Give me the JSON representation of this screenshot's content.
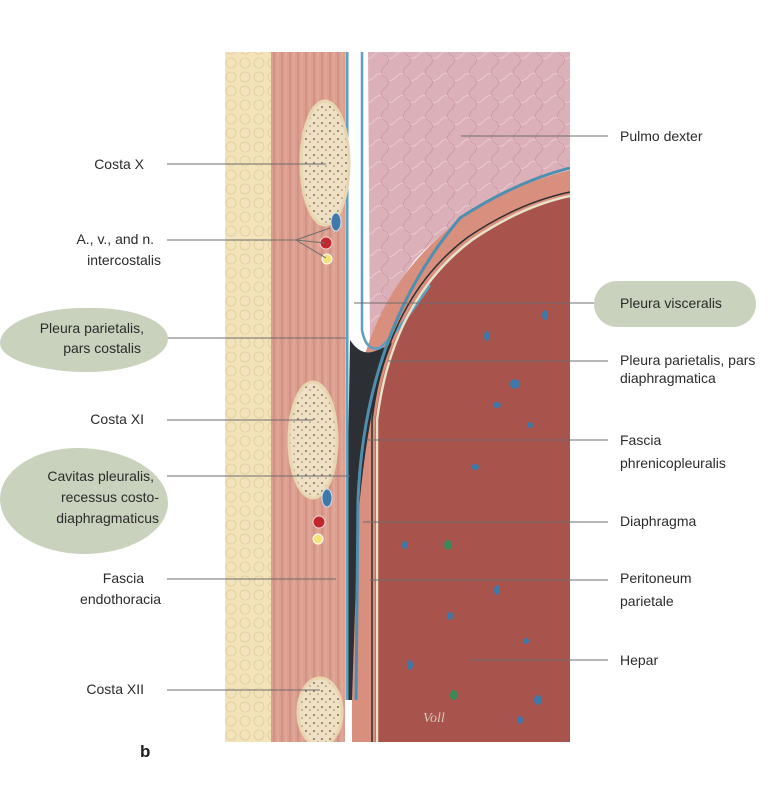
{
  "figure": {
    "panel_letter": "b",
    "signature": "Voll"
  },
  "labels_left": {
    "costa_x": "Costa X",
    "intercostal_1": "A., v., and n.",
    "intercostal_2": "intercostalis",
    "pleura_parietalis_1": "Pleura parietalis,",
    "pleura_parietalis_2": "pars costalis",
    "costa_xi": "Costa XI",
    "cavitas_1": "Cavitas pleuralis,",
    "cavitas_2": "recessus costo-",
    "cavitas_3": "diaphragmaticus",
    "fascia_endo_1": "Fascia",
    "fascia_endo_2": "endothoracia",
    "costa_xii": "Costa XII"
  },
  "labels_right": {
    "pulmo": "Pulmo dexter",
    "pleura_visceralis": "Pleura visceralis",
    "pleura_diaph_1": "Pleura parietalis, pars",
    "pleura_diaph_2": "diaphragmatica",
    "fascia_phren_1": "Fascia",
    "fascia_phren_2": "phrenicopleuralis",
    "diaphragma": "Diaphragma",
    "peritoneum_1": "Peritoneum",
    "peritoneum_2": "parietale",
    "hepar": "Hepar"
  },
  "colors": {
    "highlight": "#c9d2bd",
    "lung": "#d9aeb7",
    "liver": "#a8524c",
    "muscle": "#d99c8c",
    "fat": "#f1e1b8",
    "pleural_cavity": "#2c2f33",
    "pleura_blue": "#5c9fbf",
    "leader": "#6e6e6e"
  }
}
